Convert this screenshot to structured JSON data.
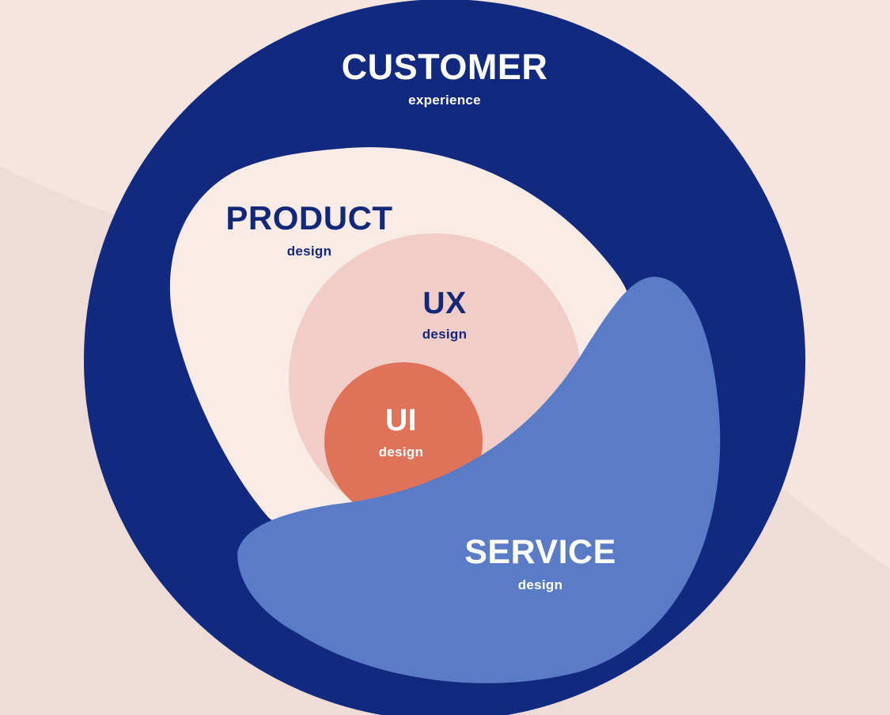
{
  "colors": {
    "background": "#f6e4de",
    "background_shade": "#efdcd6",
    "customer_ring": "#112a80",
    "product_area": "#f9ebe6",
    "ux_circle": "#f0cdc7",
    "ui_circle": "#e07259",
    "service_shape": "#5a7bc6",
    "light_text": "#ffffff",
    "dark_text": "#14287a"
  },
  "layers": [
    {
      "key": "customer",
      "title": "CUSTOMER",
      "subtitle": "experience"
    },
    {
      "key": "product",
      "title": "PRODUCT",
      "subtitle": "design"
    },
    {
      "key": "ux",
      "title": "UX",
      "subtitle": "design"
    },
    {
      "key": "ui",
      "title": "UI",
      "subtitle": "design"
    },
    {
      "key": "service",
      "title": "SERVICE",
      "subtitle": "design"
    }
  ]
}
